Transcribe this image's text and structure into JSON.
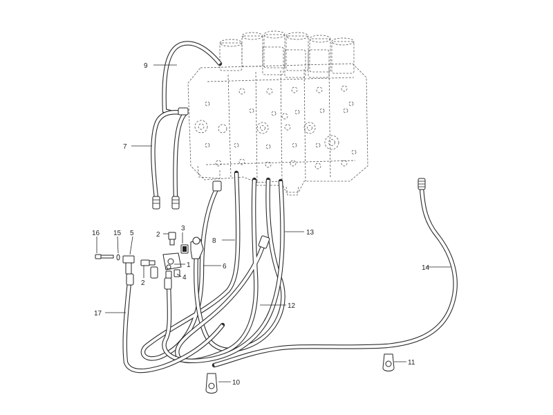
{
  "diagram": {
    "callouts": [
      {
        "id": "c1",
        "label": "1"
      },
      {
        "id": "c2a",
        "label": "2"
      },
      {
        "id": "c2b",
        "label": "2"
      },
      {
        "id": "c3",
        "label": "3"
      },
      {
        "id": "c4",
        "label": "4"
      },
      {
        "id": "c5",
        "label": "5"
      },
      {
        "id": "c6",
        "label": "6"
      },
      {
        "id": "c7",
        "label": "7"
      },
      {
        "id": "c8",
        "label": "8"
      },
      {
        "id": "c9",
        "label": "9"
      },
      {
        "id": "c10",
        "label": "10"
      },
      {
        "id": "c11",
        "label": "11"
      },
      {
        "id": "c12",
        "label": "12"
      },
      {
        "id": "c13",
        "label": "13"
      },
      {
        "id": "c14",
        "label": "14"
      },
      {
        "id": "c15",
        "label": "15"
      },
      {
        "id": "c16",
        "label": "16"
      },
      {
        "id": "c17",
        "label": "17"
      }
    ],
    "colors": {
      "line": "#2a2a2a",
      "background": "#ffffff"
    }
  }
}
